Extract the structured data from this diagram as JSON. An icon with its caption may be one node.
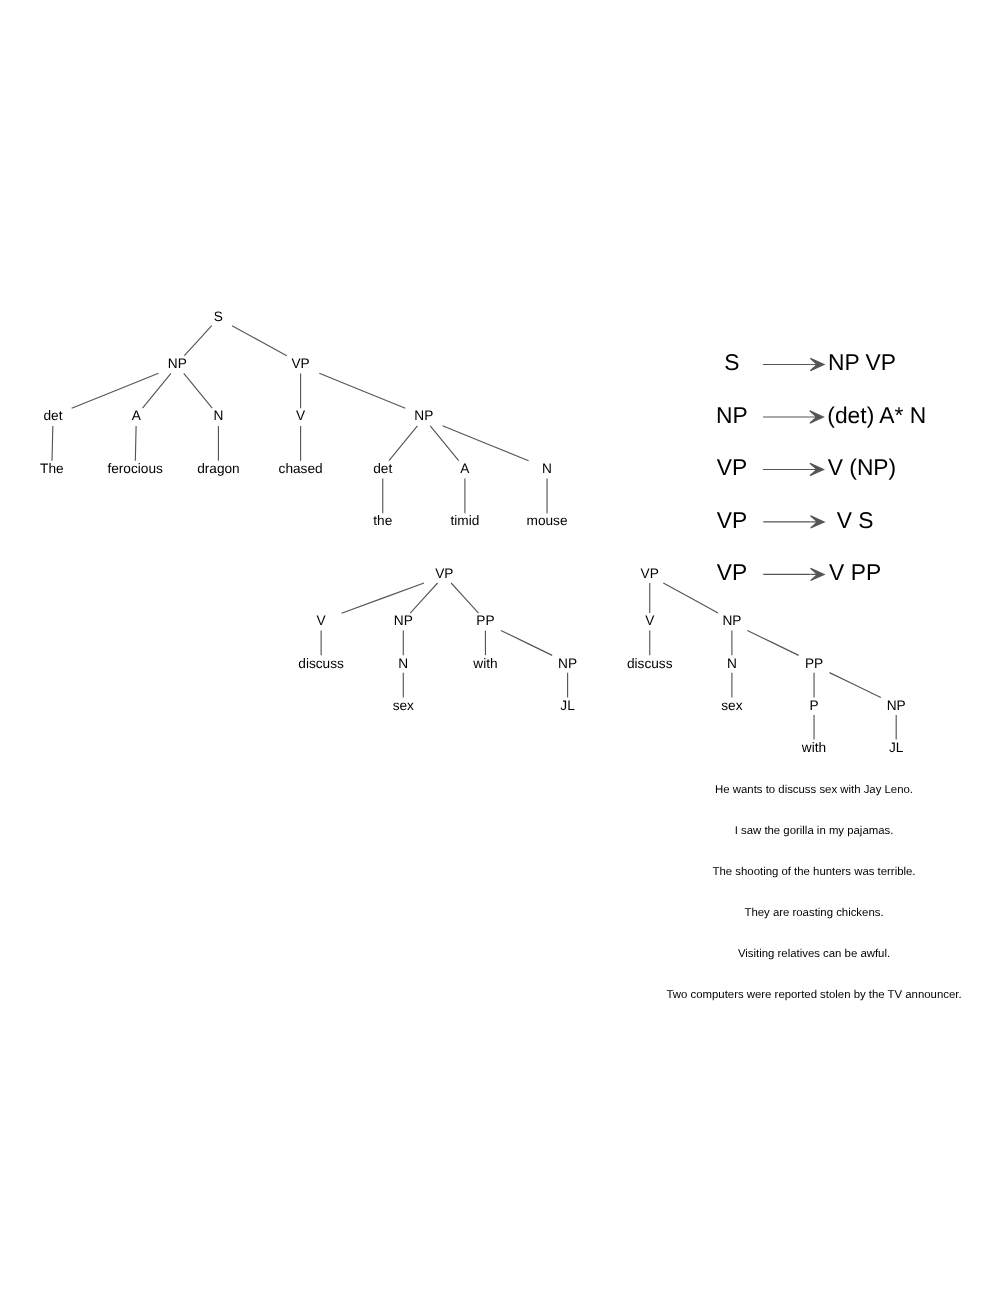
{
  "diagram": {
    "nodes": [
      {
        "text": [
          "S"
        ]
      },
      {
        "text": [
          "NP"
        ]
      },
      {
        "text": [
          "VP"
        ]
      },
      {
        "text": [
          "det"
        ]
      },
      {
        "text": [
          "A"
        ]
      },
      {
        "text": [
          "N"
        ]
      },
      {
        "text": [
          "The"
        ]
      },
      {
        "text": [
          "ferocious"
        ]
      },
      {
        "text": [
          "dragon"
        ]
      },
      {
        "text": [
          "V"
        ]
      },
      {
        "text": [
          "NP"
        ]
      },
      {
        "text": [
          "chased"
        ]
      },
      {
        "text": [
          "det"
        ]
      },
      {
        "text": [
          "A"
        ]
      },
      {
        "text": [
          "N"
        ]
      },
      {
        "text": [
          "the"
        ]
      },
      {
        "text": [
          "timid"
        ]
      },
      {
        "text": [
          "mouse"
        ]
      },
      {
        "text": [
          "S"
        ]
      },
      {
        "text": [
          "NP VP"
        ]
      },
      {
        "text": [
          "NP"
        ]
      },
      {
        "text": [
          "(det) A* N"
        ]
      },
      {
        "text": [
          "VP"
        ]
      },
      {
        "text": [
          "V (NP)"
        ]
      },
      {
        "text": [
          "VP"
        ]
      },
      {
        "text": [
          "V S"
        ]
      },
      {
        "text": [
          "VP"
        ]
      },
      {
        "text": [
          "V PP"
        ]
      },
      {
        "text": [
          "VP"
        ]
      },
      {
        "text": [
          "V"
        ]
      },
      {
        "text": [
          "NP"
        ]
      },
      {
        "text": [
          "PP"
        ]
      },
      {
        "text": [
          "discuss"
        ]
      },
      {
        "text": [
          "N"
        ]
      },
      {
        "text": [
          "sex"
        ]
      },
      {
        "text": [
          "with"
        ]
      },
      {
        "text": [
          "NP"
        ]
      },
      {
        "text": [
          "JL"
        ]
      },
      {
        "text": [
          "VP"
        ]
      },
      {
        "text": [
          "V"
        ]
      },
      {
        "text": [
          "NP"
        ]
      },
      {
        "text": [
          "discuss"
        ]
      },
      {
        "text": [
          "N"
        ]
      },
      {
        "text": [
          "PP"
        ]
      },
      {
        "text": [
          "sex"
        ]
      },
      {
        "text": [
          "P"
        ]
      },
      {
        "text": [
          "NP"
        ]
      },
      {
        "text": [
          "with"
        ]
      },
      {
        "text": [
          "JL"
        ]
      }
    ],
    "edges": [
      {
        "from": 0,
        "to": 1,
        "arrow": "none"
      },
      {
        "from": 0,
        "to": 2,
        "arrow": "none"
      },
      {
        "from": 1,
        "to": 3,
        "arrow": "none"
      },
      {
        "from": 1,
        "to": 4,
        "arrow": "none"
      },
      {
        "from": 1,
        "to": 5,
        "arrow": "none"
      },
      {
        "from": 3,
        "to": 6,
        "arrow": "none"
      },
      {
        "from": 4,
        "to": 7,
        "arrow": "none"
      },
      {
        "from": 5,
        "to": 8,
        "arrow": "none"
      },
      {
        "from": 2,
        "to": 9,
        "arrow": "none"
      },
      {
        "from": 2,
        "to": 10,
        "arrow": "none"
      },
      {
        "from": 9,
        "to": 11,
        "arrow": "none"
      },
      {
        "from": 10,
        "to": 12,
        "arrow": "none"
      },
      {
        "from": 10,
        "to": 13,
        "arrow": "none"
      },
      {
        "from": 10,
        "to": 14,
        "arrow": "none"
      },
      {
        "from": 12,
        "to": 15,
        "arrow": "none"
      },
      {
        "from": 13,
        "to": 16,
        "arrow": "none"
      },
      {
        "from": 14,
        "to": 17,
        "arrow": "none"
      },
      {
        "from": 18,
        "to": 19,
        "arrow": "to"
      },
      {
        "from": 20,
        "to": 21,
        "arrow": "to"
      },
      {
        "from": 22,
        "to": 23,
        "arrow": "to"
      },
      {
        "from": 24,
        "to": 25,
        "arrow": "to"
      },
      {
        "from": 26,
        "to": 27,
        "arrow": "to"
      },
      {
        "from": 28,
        "to": 29,
        "arrow": "none"
      },
      {
        "from": 28,
        "to": 30,
        "arrow": "none"
      },
      {
        "from": 28,
        "to": 31,
        "arrow": "none"
      },
      {
        "from": 29,
        "to": 32,
        "arrow": "none"
      },
      {
        "from": 30,
        "to": 33,
        "arrow": "none"
      },
      {
        "from": 33,
        "to": 34,
        "arrow": "none"
      },
      {
        "from": 31,
        "to": 35,
        "arrow": "none"
      },
      {
        "from": 31,
        "to": 36,
        "arrow": "none"
      },
      {
        "from": 36,
        "to": 37,
        "arrow": "none"
      },
      {
        "from": 38,
        "to": 39,
        "arrow": "none"
      },
      {
        "from": 38,
        "to": 40,
        "arrow": "none"
      },
      {
        "from": 39,
        "to": 41,
        "arrow": "none"
      },
      {
        "from": 40,
        "to": 42,
        "arrow": "none"
      },
      {
        "from": 40,
        "to": 43,
        "arrow": "none"
      },
      {
        "from": 42,
        "to": 44,
        "arrow": "none"
      },
      {
        "from": 43,
        "to": 45,
        "arrow": "none"
      },
      {
        "from": 43,
        "to": 46,
        "arrow": "none"
      },
      {
        "from": 45,
        "to": 47,
        "arrow": "none"
      },
      {
        "from": 46,
        "to": 48,
        "arrow": "none"
      }
    ],
    "labels": [
      "He wants to discuss sex with Jay Leno.",
      "I saw the gorilla in my pajamas.",
      "The shooting of the hunters was terrible.",
      "They are roasting chickens.",
      "Visiting relatives can be awful.",
      "Two computers were reported stolen by the TV announcer."
    ]
  }
}
